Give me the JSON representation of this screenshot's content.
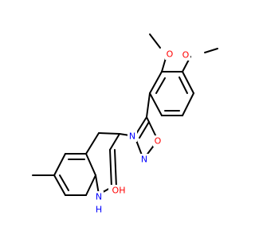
{
  "molecule": {
    "colors": {
      "bond": "#000000",
      "oxygen": "#ff0000",
      "nitrogen": "#0000ff",
      "background": "#ffffff"
    },
    "atoms": {
      "o_methoxy_top": "O",
      "o_methoxy_right": "O",
      "n_oxadiazole_left": "N",
      "o_oxadiazole": "O",
      "n_oxadiazole_bottom": "N",
      "n_quinoline": "N",
      "h_quinoline": "H",
      "o_carbonyl": "OH"
    }
  }
}
